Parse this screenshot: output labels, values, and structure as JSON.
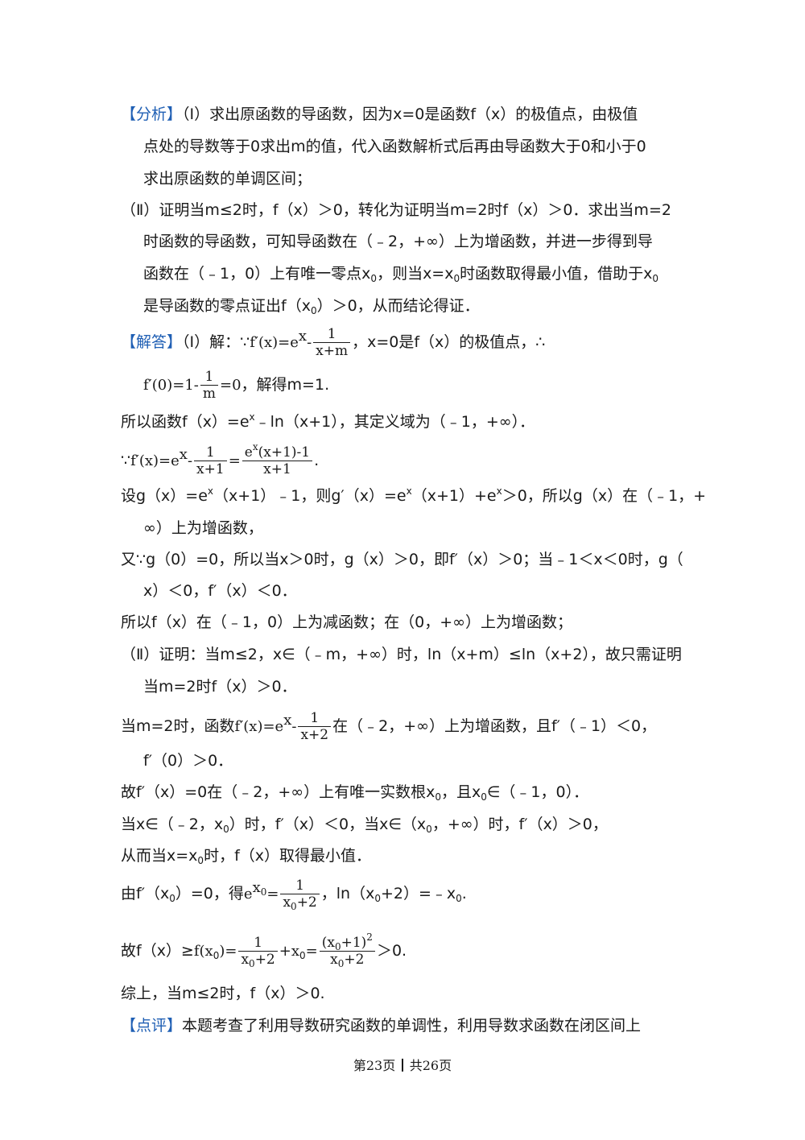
{
  "analysis": {
    "tag": "【分析】",
    "p1": "（Ⅰ）求出原函数的导函数，因为x=0是函数f（x）的极值点，由极值",
    "p2": "点处的导数等于0求出m的值，代入函数解析式后再由导函数大于0和小于0",
    "p3": "求出原函数的单调区间；",
    "p4": "（Ⅱ）证明当m≤2时，f（x）＞0，转化为证明当m=2时f（x）＞0．求出当m=2",
    "p5": "时函数的导函数，可知导函数在（﹣2，+∞）上为增函数，并进一步得到导",
    "p6a": "函数在（﹣1，0）上有唯一零点x",
    "p6b": "，则当x=x",
    "p6c": "时函数取得最小值，借助于x",
    "p7a": "是导函数的零点证出f（x",
    "p7b": "）＞0，从而结论得证．",
    "sub0": "0"
  },
  "answer": {
    "tag": "【解答】",
    "l1a": "（Ⅰ）解：∵",
    "l1_fx": "f′(x)=e",
    "l1_sup": "x",
    "l1_minus": "-",
    "l1_num": "1",
    "l1_den": "x+m",
    "l1b": "，x=0是f（x）的极值点，∴",
    "l2_f0": "f′(0)=1-",
    "l2_num": "1",
    "l2_den": "m",
    "l2_eq": "=0",
    "l2b": "，解得m=1.",
    "l3a": "所以函数f（x）=e",
    "l3_sup": "x",
    "l3b": "﹣ln（x+1），其定义域为（﹣1，+∞）．",
    "l4a": "∵",
    "l4_fx": "f′(x)=e",
    "l4_sup": "x",
    "l4_minus": "-",
    "l4_num1": "1",
    "l4_den1": "x+1",
    "l4_eq": "=",
    "l4_num2": "e",
    "l4_num2_sup": "x",
    "l4_num2_rest": "(x+1)-1",
    "l4_den2": "x+1",
    "l4_end": ".",
    "l5a": "设g（x）=e",
    "l5_sup1": "x",
    "l5b": "（x+1）﹣1，则g′（x）=e",
    "l5_sup2": "x",
    "l5c": "（x+1）+e",
    "l5_sup3": "x",
    "l5d": "＞0，所以g（x）在（﹣1，+",
    "l6": "∞）上为增函数，",
    "l7": "又∵g（0）=0，所以当x＞0时，g（x）＞0，即f′（x）＞0；当﹣1＜x＜0时，g（",
    "l8": "x）＜0，f′（x）＜0．",
    "l9": "所以f（x）在（﹣1，0）上为减函数；在（0，+∞）上为增函数；",
    "l10": "（Ⅱ）证明：当m≤2，x∈（﹣m，+∞）时，ln（x+m）≤ln（x+2），故只需证明",
    "l11": "当m=2时f（x）＞0．",
    "l12a": "当m=2时，函数",
    "l12_fx": "f′(x)=e",
    "l12_sup": "x",
    "l12_minus": "-",
    "l12_num": "1",
    "l12_den": "x+2",
    "l12b": "在（﹣2，+∞）上为增函数，且f′（﹣1）＜0，",
    "l13": "f′（0）＞0．",
    "l14a": "故f′（x）=0在（﹣2，+∞）上有唯一实数根x",
    "l14b": "，且x",
    "l14c": "∈（﹣1，0）．",
    "l15a": "当x∈（﹣2，x",
    "l15b": "）时，f′（x）＜0，当x∈（x",
    "l15c": "，+∞）时，f′（x）＞0，",
    "l16a": "从而当x=x",
    "l16b": "时，f（x）取得最小值．",
    "l17a": "由f′（x",
    "l17b": "）=0，得",
    "l17_e": "e",
    "l17_sup": "x",
    "l17_supsub": "0",
    "l17_eq": "=",
    "l17_num": "1",
    "l17_den": "x",
    "l17_den_rest": "+2",
    "l17c": "，ln（x",
    "l17d": "+2）=﹣x",
    "l17e": ".",
    "l18a": "故f（x）≥",
    "l18_fx": "f(x",
    "l18_fx_end": ")=",
    "l18_num1": "1",
    "l18_den1": "x",
    "l18_den1_rest": "+2",
    "l18_plus": "+x",
    "l18_eq": "=",
    "l18_num2": "(x",
    "l18_num2_rest": "+1)",
    "l18_num2_sup": "2",
    "l18_den2": "x",
    "l18_den2_rest": "+2",
    "l18b": "＞0.",
    "l19": "综上，当m≤2时，f（x）＞0."
  },
  "review": {
    "tag": "【点评】",
    "text": "本题考查了利用导数研究函数的单调性，利用导数求函数在闭区间上"
  },
  "footer": {
    "left": "第23页",
    "right": "共26页"
  }
}
